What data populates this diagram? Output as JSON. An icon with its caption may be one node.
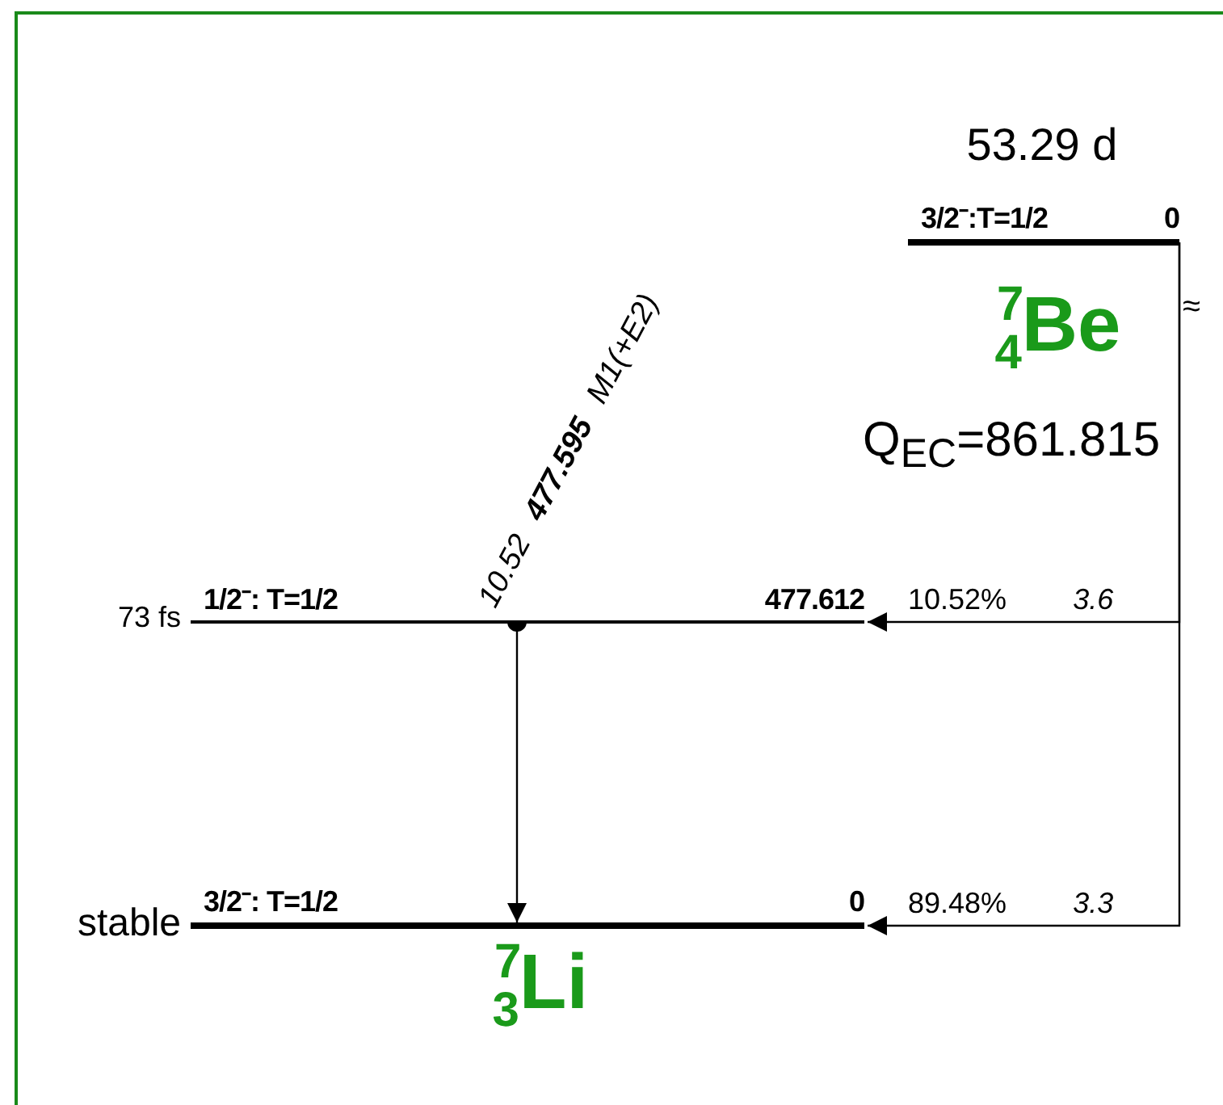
{
  "diagram": {
    "nodes": [
      {
        "text": [
          "3/2⁻:T=1/2",
          "0"
        ],
        "beside": [
          "53.29 d"
        ]
      },
      {
        "text": [
          "1/2⁻: T=1/2",
          "477.612"
        ],
        "beside": [
          "73 fs"
        ]
      },
      {
        "text": [
          "3/2⁻: T=1/2",
          "0"
        ],
        "beside": [
          "stable"
        ]
      }
    ],
    "edges": [
      {
        "from": 1,
        "to": 2,
        "arrow": "to",
        "label": "10.52 **477.595** M1(+E2)"
      },
      {
        "from": 0,
        "to": 1,
        "arrow": "to",
        "label": "10.52% *3.6*"
      },
      {
        "from": 0,
        "to": 2,
        "arrow": "to",
        "label": "89.48% *3.3*"
      }
    ],
    "labels": [
      "$^{7}$$_{4}$Be",
      "≈",
      "Q$_{EC}$=861.815",
      "$^{7}$$_{3}$Li"
    ]
  }
}
